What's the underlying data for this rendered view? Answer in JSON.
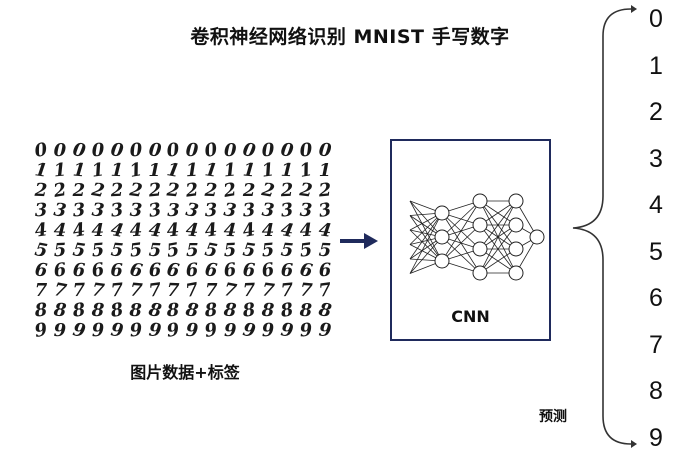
{
  "title": "卷积神经网络识别 MNIST 手写数字",
  "input": {
    "caption": "图片数据+标签",
    "digit_grid": [
      [
        "0",
        "0",
        "0",
        "0",
        "0",
        "0",
        "0",
        "0",
        "0",
        "0",
        "0",
        "0",
        "0",
        "0",
        "0",
        "0"
      ],
      [
        "1",
        "1",
        "1",
        "1",
        "1",
        "1",
        "1",
        "1",
        "1",
        "1",
        "1",
        "1",
        "1",
        "1",
        "1",
        "1"
      ],
      [
        "2",
        "2",
        "2",
        "2",
        "2",
        "2",
        "2",
        "2",
        "2",
        "2",
        "2",
        "2",
        "2",
        "2",
        "2",
        "2"
      ],
      [
        "3",
        "3",
        "3",
        "3",
        "3",
        "3",
        "3",
        "3",
        "3",
        "3",
        "3",
        "3",
        "3",
        "3",
        "3",
        "3"
      ],
      [
        "4",
        "4",
        "4",
        "4",
        "4",
        "4",
        "4",
        "4",
        "4",
        "4",
        "4",
        "4",
        "4",
        "4",
        "4",
        "4"
      ],
      [
        "5",
        "5",
        "5",
        "5",
        "5",
        "5",
        "5",
        "5",
        "5",
        "5",
        "5",
        "5",
        "5",
        "5",
        "5",
        "5"
      ],
      [
        "6",
        "6",
        "6",
        "6",
        "6",
        "6",
        "6",
        "6",
        "6",
        "6",
        "6",
        "6",
        "6",
        "6",
        "6",
        "6"
      ],
      [
        "7",
        "7",
        "7",
        "7",
        "7",
        "7",
        "7",
        "7",
        "7",
        "7",
        "7",
        "7",
        "7",
        "7",
        "7",
        "7"
      ],
      [
        "8",
        "8",
        "8",
        "8",
        "8",
        "8",
        "8",
        "8",
        "8",
        "8",
        "8",
        "8",
        "8",
        "8",
        "8",
        "8"
      ],
      [
        "9",
        "9",
        "9",
        "9",
        "9",
        "9",
        "9",
        "9",
        "9",
        "9",
        "9",
        "9",
        "9",
        "9",
        "9",
        "9"
      ]
    ]
  },
  "model": {
    "label": "CNN",
    "box_color": "#1f2a5c",
    "layers": [
      6,
      3,
      4,
      4,
      1
    ]
  },
  "output": {
    "predict_label": "预测",
    "classes": [
      "0",
      "1",
      "2",
      "3",
      "4",
      "5",
      "6",
      "7",
      "8",
      "9"
    ]
  },
  "colors": {
    "arrow": "#1f2a5c",
    "text": "#111111"
  }
}
